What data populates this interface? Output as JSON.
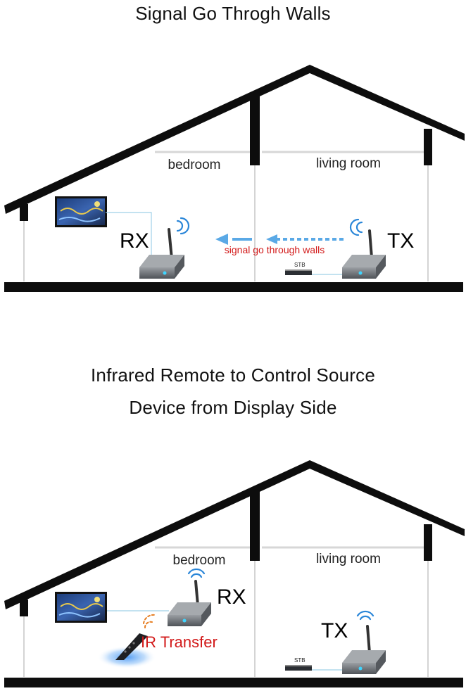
{
  "panel_top": {
    "title": "Signal Go Throgh Walls",
    "room_left": "bedroom",
    "room_right": "living room",
    "rx_label": "RX",
    "tx_label": "TX",
    "signal_note": "signal go through walls",
    "stb_label": "STB"
  },
  "panel_bottom": {
    "title_line1": "Infrared Remote to Control Source",
    "title_line2": "Device from Display Side",
    "room_left": "bedroom",
    "room_right": "living room",
    "rx_label": "RX",
    "tx_label": "TX",
    "ir_note": "IR Transfer",
    "stb_label": "STB"
  },
  "colors": {
    "wall": "#0d0d0d",
    "ceiling": "#d7d7d7",
    "signal_arrow": "#5aa9e6",
    "signal_text": "#d21919",
    "wifi": "#2a86d8",
    "device_body": "#6f7378",
    "ir_glow": "#3a8ef0"
  }
}
